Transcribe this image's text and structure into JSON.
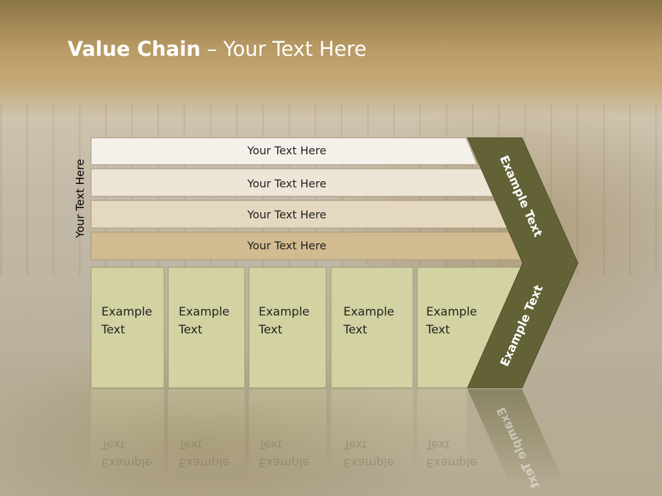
{
  "slide": {
    "title_bold": "Value Chain",
    "title_rest": " – Your Text Here",
    "vertical_label": "Your Text Here",
    "rows": [
      "Your Text Here",
      "Your Text Here",
      "Your Text Here",
      "Your Text Here"
    ],
    "columns": [
      {
        "line1": "Example",
        "line2": "Text"
      },
      {
        "line1": "Example",
        "line2": "Text"
      },
      {
        "line1": "Example",
        "line2": "Text"
      },
      {
        "line1": "Example",
        "line2": "Text"
      },
      {
        "line1": "Example",
        "line2": "Text"
      }
    ],
    "chevron_upper": "Example Text",
    "chevron_lower": "Example Text"
  },
  "colors": {
    "row1": "#f4f1eb",
    "row2": "#ede5d6",
    "row3": "#e5d8c0",
    "row4": "#d2bb90",
    "cell": "#d2d2a2",
    "chevron": "#636237"
  }
}
